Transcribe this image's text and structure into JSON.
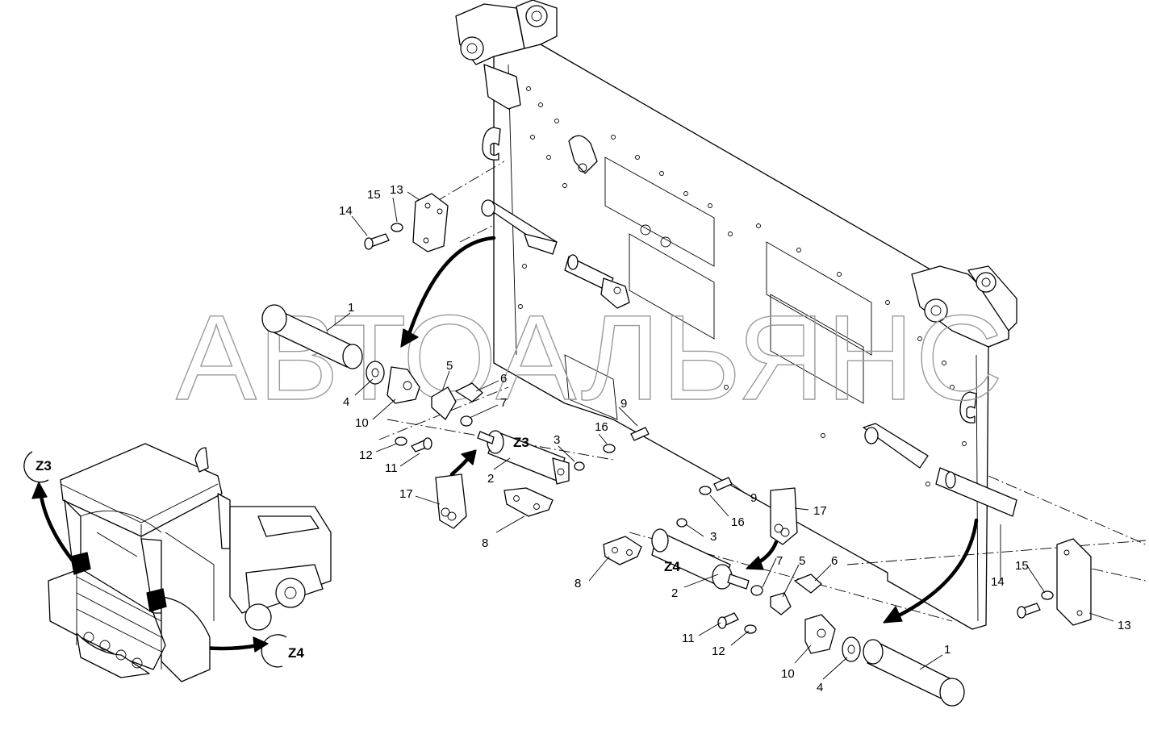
{
  "watermark": "АВТОАЛЬЯНС",
  "zoom_labels": {
    "left_detail": "Z3",
    "right_detail": "Z4",
    "overview_z3": "Z3",
    "overview_z4": "Z4"
  },
  "callouts_left": {
    "n1": "1",
    "n2": "2",
    "n3": "3",
    "n4": "4",
    "n5": "5",
    "n6": "6",
    "n7": "7",
    "n8": "8",
    "n9": "9",
    "n10": "10",
    "n11": "11",
    "n12": "12",
    "n13": "13",
    "n14": "14",
    "n15": "15",
    "n16": "16",
    "n17": "17"
  },
  "callouts_right": {
    "n1": "1",
    "n2": "2",
    "n3": "3",
    "n4": "4",
    "n5": "5",
    "n6": "6",
    "n7": "7",
    "n8": "8",
    "n9": "9",
    "n10": "10",
    "n11": "11",
    "n12": "12",
    "n13": "13",
    "n14": "14",
    "n15": "15",
    "n16": "16",
    "n17": "17"
  },
  "colors": {
    "line": "#000000",
    "watermark": "#9a9a9a",
    "background": "#ffffff"
  }
}
